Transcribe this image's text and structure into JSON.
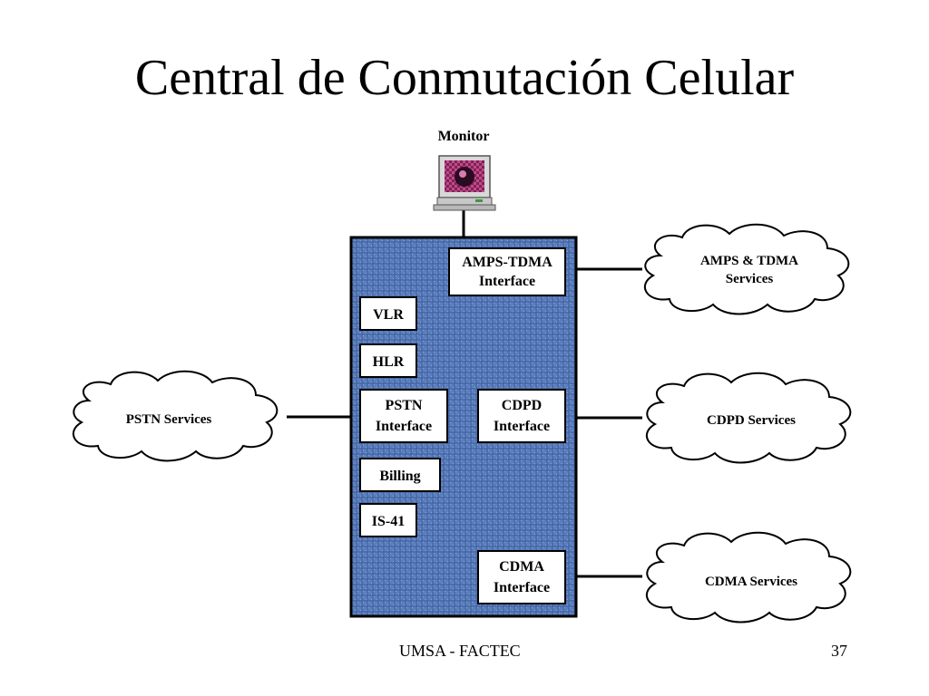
{
  "slide": {
    "title": "Central de Conmutación Celular",
    "footer": "UMSA - FACTEC",
    "page_number": "37"
  },
  "diagram": {
    "monitor": {
      "label": "Monitor",
      "icon": "monitor-icon"
    },
    "switch_boxes": [
      {
        "id": "amps-tdma",
        "lines": [
          "AMPS-TDMA",
          "Interface"
        ]
      },
      {
        "id": "vlr",
        "lines": [
          "VLR"
        ]
      },
      {
        "id": "hlr",
        "lines": [
          "HLR"
        ]
      },
      {
        "id": "pstn",
        "lines": [
          "PSTN",
          "Interface"
        ]
      },
      {
        "id": "cdpd",
        "lines": [
          "CDPD",
          "Interface"
        ]
      },
      {
        "id": "billing",
        "lines": [
          "Billing"
        ]
      },
      {
        "id": "is41",
        "lines": [
          "IS-41"
        ]
      },
      {
        "id": "cdma",
        "lines": [
          "CDMA",
          "Interface"
        ]
      }
    ],
    "clouds": [
      {
        "id": "amps-tdma-services",
        "lines": [
          "AMPS & TDMA",
          "Services"
        ]
      },
      {
        "id": "cdpd-services",
        "lines": [
          "CDPD Services"
        ]
      },
      {
        "id": "cdma-services",
        "lines": [
          "CDMA Services"
        ]
      },
      {
        "id": "pstn-services",
        "lines": [
          "PSTN Services"
        ]
      }
    ]
  },
  "colors": {
    "switch_fill": "#5b7fbe",
    "switch_texture": "#3f5f9c",
    "box_fill": "#ffffff",
    "line": "#000000"
  }
}
